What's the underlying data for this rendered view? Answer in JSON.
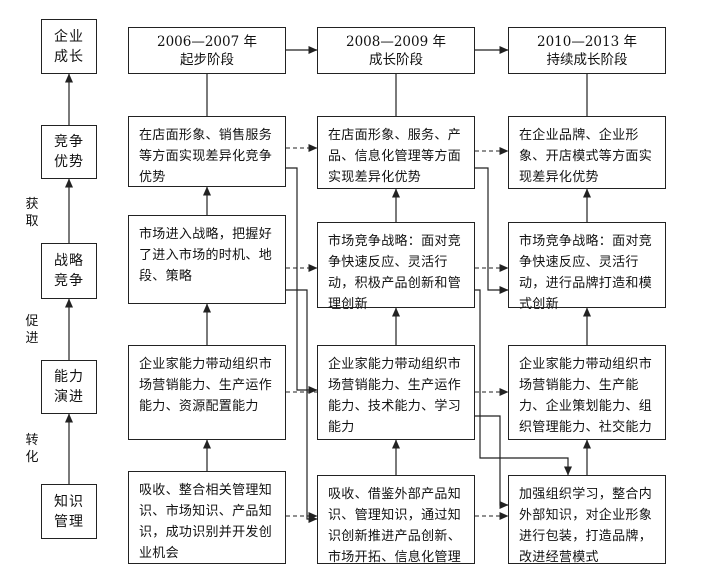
{
  "left_column": [
    {
      "line1": "企业",
      "line2": "成长"
    },
    {
      "line1": "竞争",
      "line2": "优势"
    },
    {
      "line1": "战略",
      "line2": "竞争"
    },
    {
      "line1": "能力",
      "line2": "演进"
    },
    {
      "line1": "知识",
      "line2": "管理"
    }
  ],
  "side_labels": [
    {
      "line1": "获",
      "line2": "取"
    },
    {
      "line1": "促",
      "line2": "进"
    },
    {
      "line1": "转",
      "line2": "化"
    }
  ],
  "stages": [
    {
      "period": "2006—2007 年",
      "name": "起步阶段"
    },
    {
      "period": "2008—2009 年",
      "name": "成长阶段"
    },
    {
      "period": "2010—2013 年",
      "name": "持续成长阶段"
    }
  ],
  "rows": {
    "advantage": [
      "在店面形象、销售服务等方面实现差异化竞争优势",
      "在店面形象、服务、产品、信息化管理等方面实现差异化优势",
      "在企业品牌、企业形象、开店模式等方面实现差异化优势"
    ],
    "strategy": [
      "市场进入战略，把握好了进入市场的时机、地段、策略",
      "市场竞争战略：面对竞争快速反应、灵活行动，积极产品创新和管理创新",
      "市场竞争战略：面对竞争快速反应、灵活行动，进行品牌打造和模式创新"
    ],
    "capability": [
      "企业家能力带动组织市场营销能力、生产运作能力、资源配置能力",
      "企业家能力带动组织市场营销能力、生产运作能力、技术能力、学习能力",
      "企业家能力带动组织市场营销能力、生产能力、企业策划能力、组织管理能力、社交能力"
    ],
    "knowledge": [
      "吸收、整合相关管理知识、市场知识、产品知识，成功识别并开发创业机会",
      "吸收、借鉴外部产品知识、管理知识，通过知识创新推进产品创新、市场开拓、信息化管理",
      "加强组织学习，整合内外部知识，对企业形象进行包装，打造品牌，改进经营模式"
    ]
  }
}
